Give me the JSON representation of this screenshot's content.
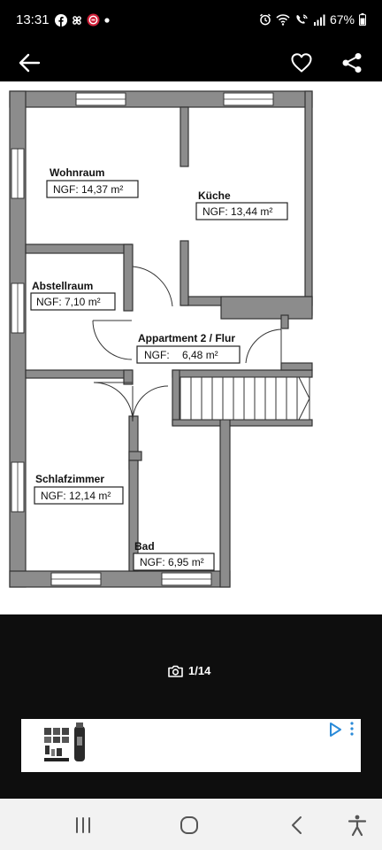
{
  "status_bar": {
    "time": "13:31",
    "battery": "67%",
    "icons": [
      "facebook-icon",
      "pinwheel-icon",
      "app-notification-icon",
      "dot-icon",
      "alarm-icon",
      "wifi-icon",
      "wifi-calling-icon",
      "signal-icon",
      "battery-icon"
    ]
  },
  "app_bar": {
    "icons": [
      "back-arrow-icon",
      "heart-icon",
      "share-icon"
    ]
  },
  "floorplan": {
    "rooms": [
      {
        "name": "Wohnraum",
        "area": "NGF: 14,37 m²"
      },
      {
        "name": "Küche",
        "area": "NGF: 13,44 m²"
      },
      {
        "name": "Abstellraum",
        "area": "NGF: 7,10 m²"
      },
      {
        "name": "Appartment 2 / Flur",
        "area_label": "NGF:",
        "area_value": "6,48 m²"
      },
      {
        "name": "Schlafzimmer",
        "area": "NGF: 12,14 m²"
      },
      {
        "name": "Bad",
        "area": "NGF: 6,95 m²"
      }
    ]
  },
  "viewer": {
    "counter": "1/14",
    "counter_icon": "camera-icon"
  },
  "ad": {
    "icons": [
      "ad-choices-icon",
      "more-vert-icon"
    ]
  },
  "nav_bar": {
    "icons": [
      "recent-apps-icon",
      "home-icon",
      "back-icon",
      "accessibility-icon"
    ]
  },
  "colors": {
    "wall": "#888888",
    "wall_edge": "#333333",
    "background": "#000000",
    "image_background": "#ffffff",
    "viewer_background": "#0e0e0e",
    "nav_background": "#f2f2f2"
  }
}
